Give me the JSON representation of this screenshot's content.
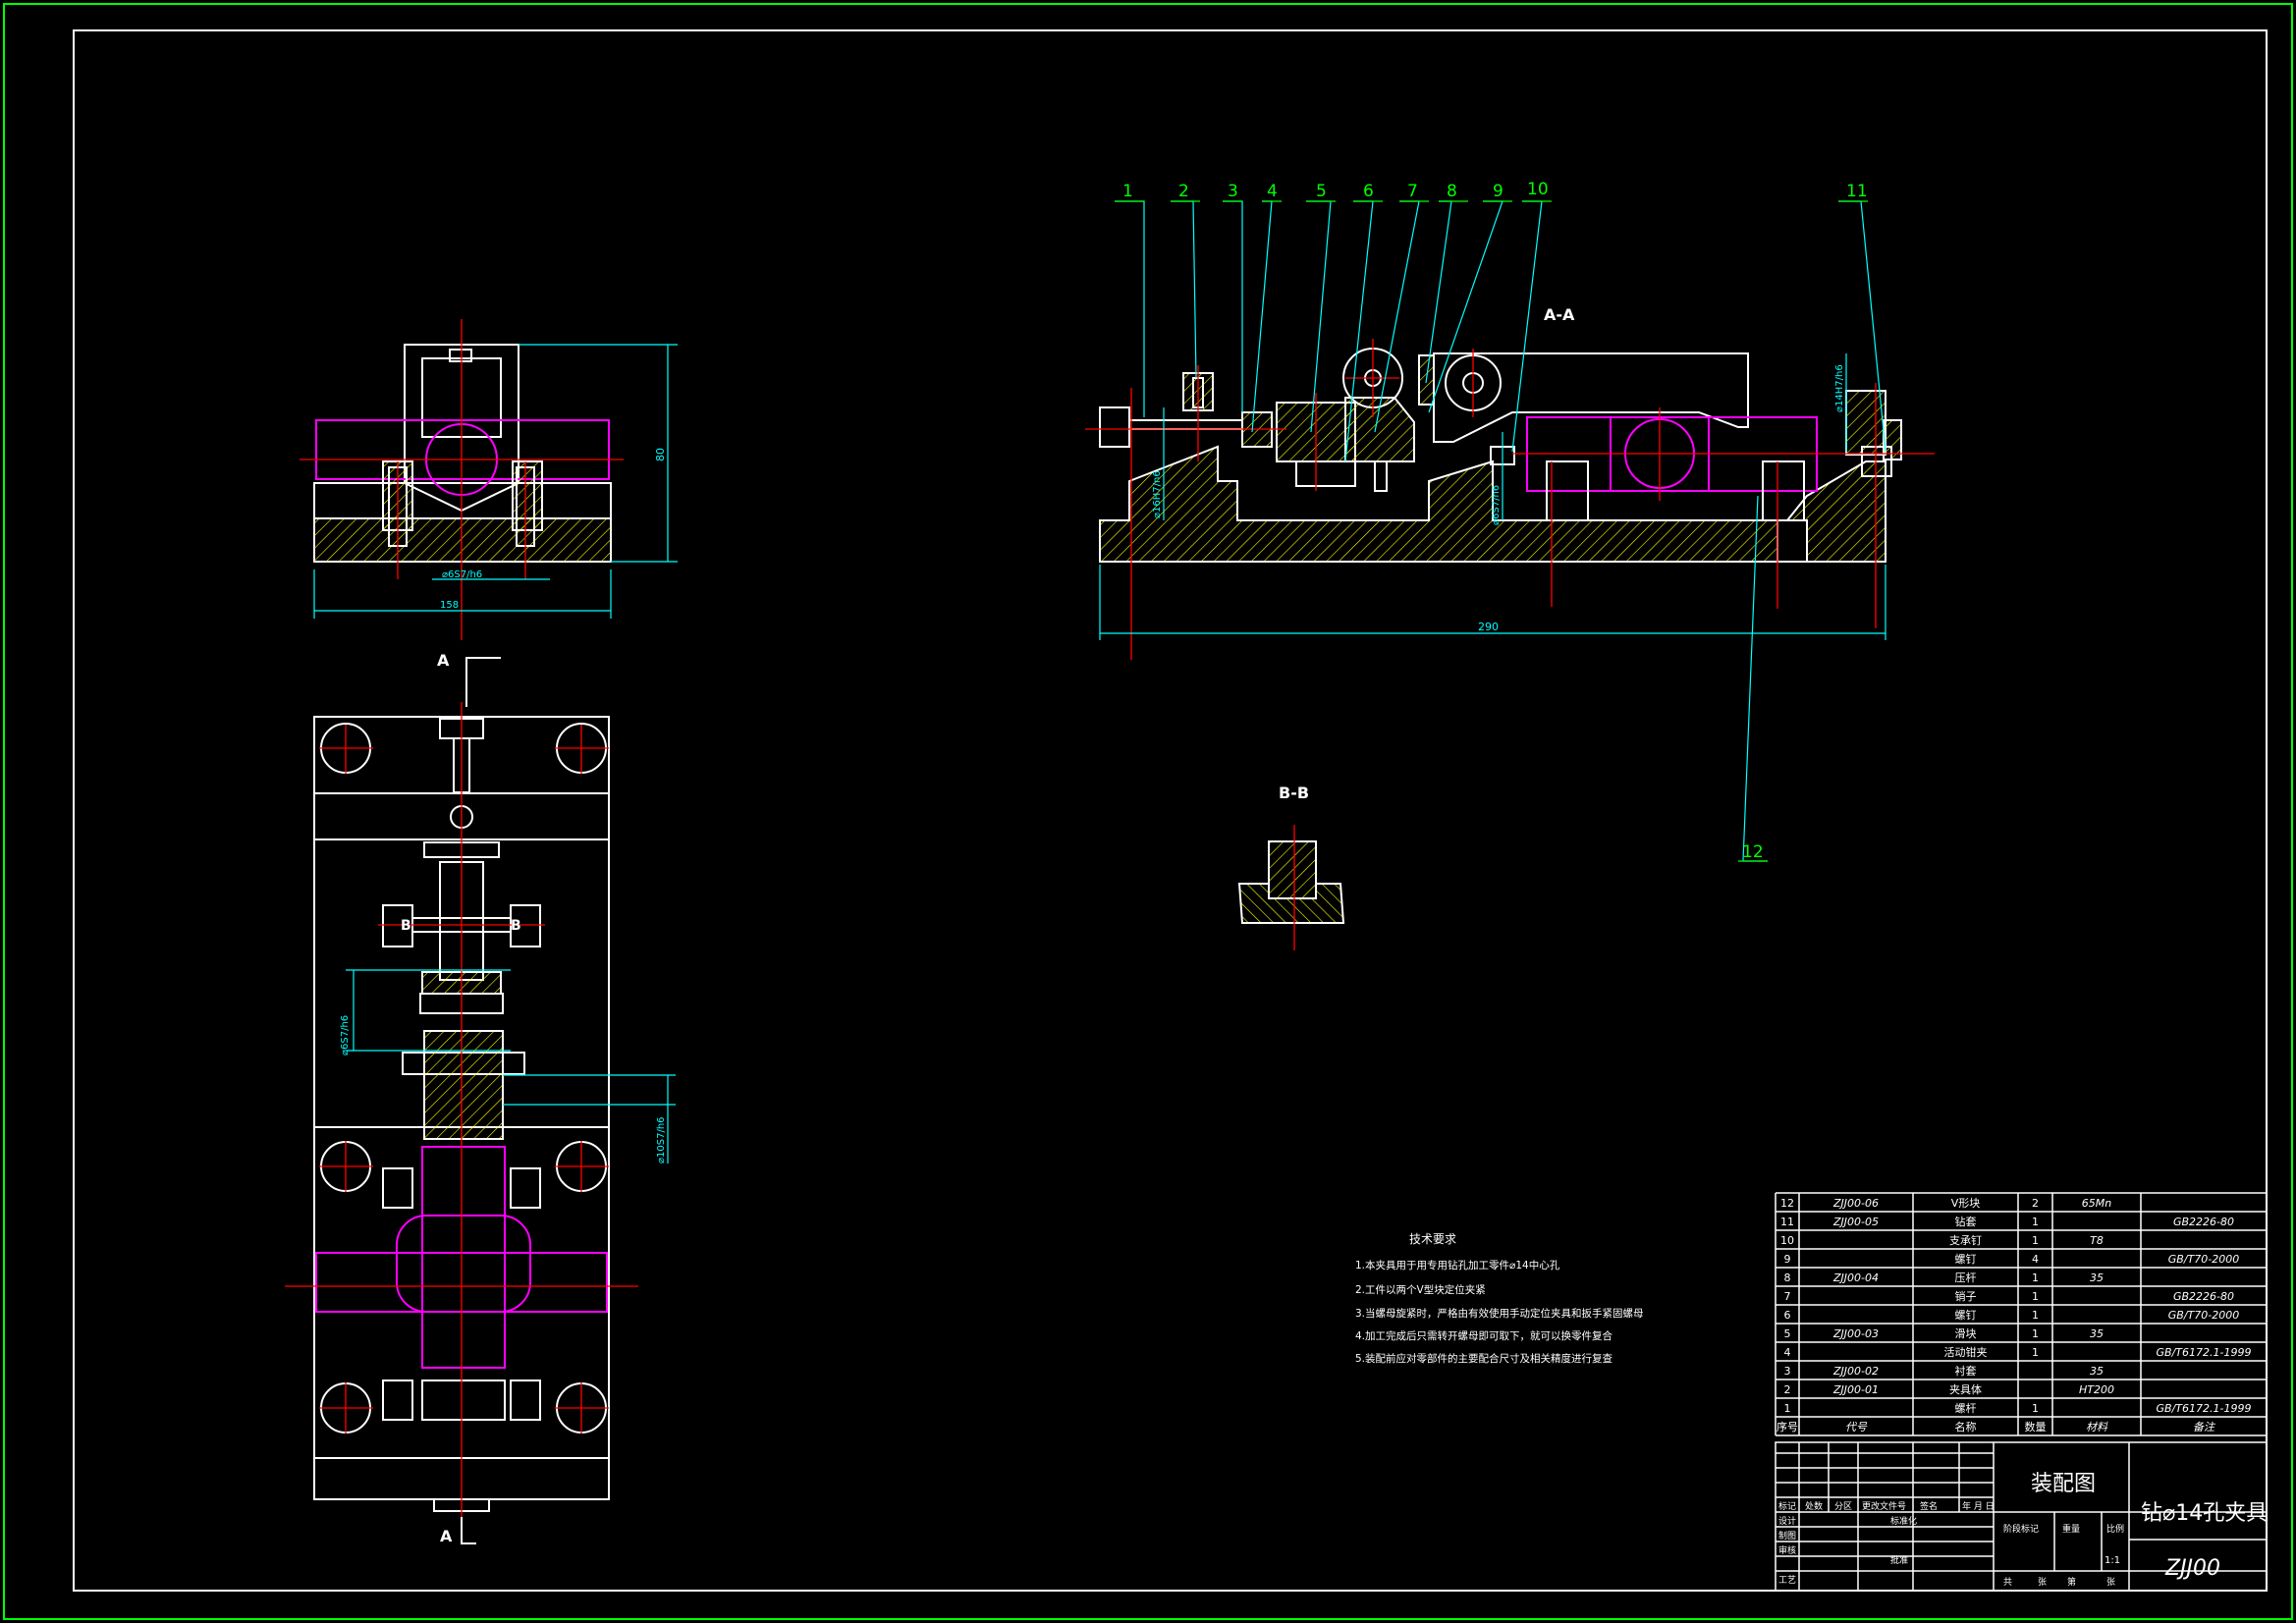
{
  "views": {
    "aa_label": "A-A",
    "bb_label": "B-B",
    "a_top": "A",
    "a_bottom": "A",
    "b_left": "B",
    "b_right": "B"
  },
  "dims": {
    "top_height": "80",
    "top_fit": "⌀6S7/h6",
    "top_width": "158",
    "main_length": "290",
    "main_fit_left": "⌀16H7/n6",
    "main_fit_right": "⌀14H7/h6",
    "main_fit_mid": "⌀6S7/h6",
    "plan_fit_left": "⌀6S7/h6",
    "plan_fit_right": "⌀10S7/h6"
  },
  "balloons": [
    "1",
    "2",
    "3",
    "4",
    "5",
    "6",
    "7",
    "8",
    "9",
    "10",
    "11",
    "12"
  ],
  "notes": {
    "title": "技术要求",
    "lines": [
      "1.本夹具用于用专用钻孔加工零件⌀14中心孔",
      "2.工件以两个V型块定位夹紧",
      "3.当螺母旋紧时，严格由有效使用手动定位夹具和扳手紧固螺母",
      "4.加工完成后只需转开螺母即可取下，就可以换零件复合",
      "5.装配前应对零部件的主要配合尺寸及相关精度进行复查"
    ]
  },
  "bom": {
    "rows": [
      {
        "no": "12",
        "code": "ZJJ00-06",
        "name": "V形块",
        "qty": "2",
        "material": "65Mn",
        "remark": ""
      },
      {
        "no": "11",
        "code": "ZJJ00-05",
        "name": "钻套",
        "qty": "1",
        "material": "",
        "remark": "GB2226-80"
      },
      {
        "no": "10",
        "code": "",
        "name": "支承钉",
        "qty": "1",
        "material": "T8",
        "remark": ""
      },
      {
        "no": "9",
        "code": "",
        "name": "螺钉",
        "qty": "4",
        "material": "",
        "remark": "GB/T70-2000"
      },
      {
        "no": "8",
        "code": "ZJJ00-04",
        "name": "压杆",
        "qty": "1",
        "material": "35",
        "remark": ""
      },
      {
        "no": "7",
        "code": "",
        "name": "销子",
        "qty": "1",
        "material": "",
        "remark": "GB2226-80"
      },
      {
        "no": "6",
        "code": "",
        "name": "螺钉",
        "qty": "1",
        "material": "",
        "remark": "GB/T70-2000"
      },
      {
        "no": "5",
        "code": "ZJJ00-03",
        "name": "滑块",
        "qty": "1",
        "material": "35",
        "remark": ""
      },
      {
        "no": "4",
        "code": "",
        "name": "活动钳夹",
        "qty": "1",
        "material": "",
        "remark": "GB/T6172.1-1999"
      },
      {
        "no": "3",
        "code": "ZJJ00-02",
        "name": "衬套",
        "qty": "",
        "material": "35",
        "remark": ""
      },
      {
        "no": "2",
        "code": "ZJJ00-01",
        "name": "夹具体",
        "qty": "",
        "material": "HT200",
        "remark": ""
      },
      {
        "no": "1",
        "code": "",
        "name": "螺杆",
        "qty": "1",
        "material": "",
        "remark": "GB/T6172.1-1999"
      }
    ],
    "header": {
      "no": "序号",
      "code": "代号",
      "name": "名称",
      "qty": "数量",
      "material": "材料",
      "remark": "备注"
    }
  },
  "title_block": {
    "drawing_type": "装配图",
    "part_name": "钻⌀14孔夹具",
    "drawing_no": "ZJJ00",
    "scale": "1:1",
    "labels": {
      "mark": "标记",
      "count": "处数",
      "zone": "分区",
      "change_doc": "更改文件号",
      "sign": "签名",
      "date": "年 月 日",
      "design": "设计",
      "standard": "标准化",
      "drawn": "制图",
      "review": "审核",
      "process": "工艺",
      "approve": "批准",
      "stage": "阶段标记",
      "weight": "重量",
      "ratio": "比例",
      "total": "共",
      "sheets": "张",
      "page": "第",
      "page_sheets": "张"
    }
  },
  "colors": {
    "border": "#00ff00",
    "line": "#ffffff",
    "centerline": "#ff0000",
    "hatch": "#ffff00",
    "leader": "#00ffff",
    "balloon": "#00ff00",
    "magenta": "#ff00ff",
    "dim": "#00ffff"
  }
}
